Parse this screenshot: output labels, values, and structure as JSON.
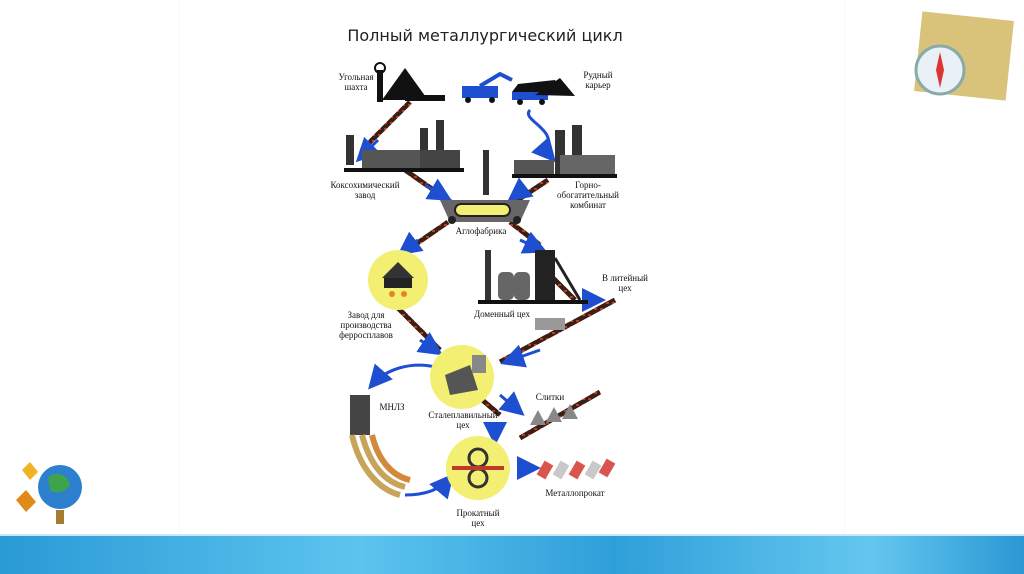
{
  "title": "Полный металлургический цикл",
  "labels": {
    "coal_mine": "Угольная\nшахта",
    "ore_quarry": "Рудный\nкарьер",
    "coke_plant": "Коксохимический\nзавод",
    "mining_plant": "Горно-\nобогатительный\nкомбинат",
    "agglo": "Аглофабрика",
    "foundry": "В литейный\nцех",
    "ferroalloy": "Завод для\nпроизводства\nферросплавов",
    "blast_furnace": "Доменный цех",
    "mnlz": "МНЛЗ",
    "steel_shop": "Сталеплавильный\nцех",
    "ingots": "Слитки",
    "rolling": "Прокатный\nцех",
    "metal_products": "Металлопрокат"
  },
  "colors": {
    "arrow": "#1f4fd1",
    "belt": "#3a1f12",
    "circle": "#f2ef73",
    "footer": "#2f9fd9"
  },
  "icons": [
    "compass-icon",
    "globe-icon"
  ]
}
